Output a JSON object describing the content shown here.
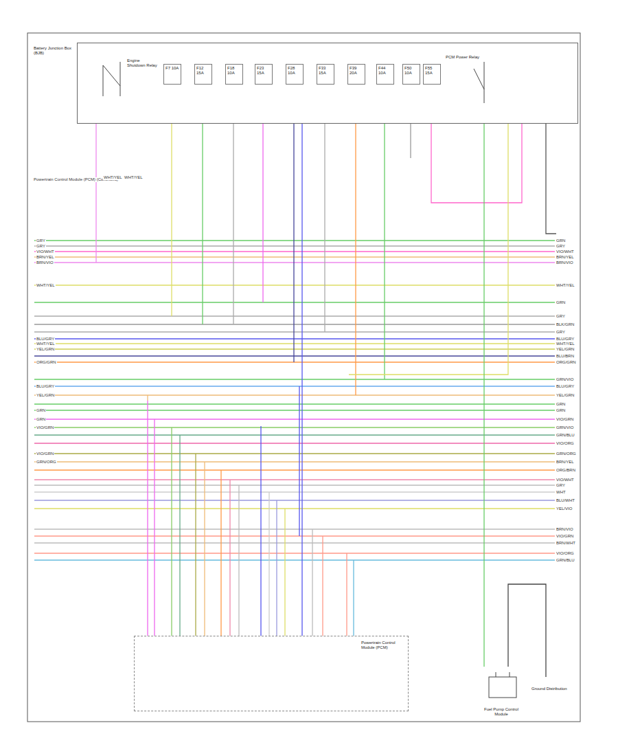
{
  "diagram": {
    "nodes": [
      {
        "text": [
          "Battery Junction Box (BJB)"
        ]
      },
      {
        "text": [
          "F7 10A"
        ],
        "in": 0
      },
      {
        "text": [
          "F12 15A"
        ],
        "in": 0
      },
      {
        "text": [
          "F18 10A"
        ],
        "in": 0
      },
      {
        "text": [
          "F23 15A"
        ],
        "in": 0
      },
      {
        "text": [
          "F28 10A"
        ],
        "in": 0
      },
      {
        "text": [
          "F33 15A"
        ],
        "in": 0
      },
      {
        "text": [
          "F39 20A"
        ],
        "in": 0
      },
      {
        "text": [
          "F44 10A"
        ],
        "in": 0
      },
      {
        "text": [
          "F50 10A"
        ],
        "in": 0
      },
      {
        "text": [
          "F55 15A"
        ],
        "in": 0
      },
      {
        "text": [
          "PCM Power Relay"
        ],
        "in": 0
      },
      {
        "text": [
          "Engine Shutdown Relay"
        ],
        "in": 0
      },
      {
        "text": [
          "Powertrain Control Module (PCM)"
        ]
      },
      {
        "text": [
          "Fuel Pump Control Module"
        ]
      },
      {
        "text": [
          "Ground Distribution"
        ]
      }
    ],
    "edges": [
      {
        "from": 0,
        "to": 13,
        "arrow": "none"
      },
      {
        "from": 0,
        "to": 14,
        "arrow": "none"
      },
      {
        "from": 15,
        "to": 14,
        "arrow": "none"
      }
    ],
    "labels": [
      "GRN",
      "GRY",
      "VIO/WHT",
      "BRN/YEL",
      "BRN/VIO",
      "WHT/YEL",
      "GRN",
      "GRY",
      "BLK/GRN",
      "GRY",
      "BLU/GRY",
      "WHT/YEL",
      "YEL/GRN",
      "BLU/BRN",
      "ORG/GRN",
      "GRN/VIO",
      "BLU/GRY",
      "YEL/GRN",
      "GRN",
      "GRN",
      "VIO/GRN",
      "GRN/VIO",
      "GRN/BLU",
      "VIO/ORG",
      "GRN/ORG",
      "BRN/YEL",
      "ORG/BRN",
      "VIO/WHT",
      "GRY",
      "WHT",
      "BLU/WHT",
      "YEL/VIO",
      "BRN/VIO",
      "VIO/GRN",
      "BRN/WHT",
      "VIO/ORG",
      "GRN/BLU",
      "GRY",
      "GRY",
      "VIO/WHT",
      "BRN/YEL",
      "BRN/VIO",
      "WHT/YEL",
      "BLU/GRY",
      "WHT/YEL",
      "YEL/GRN",
      "ORG/GRN",
      "BLU/GRY",
      "YEL/GRN",
      "GRN",
      "GRN",
      "VIO/GRN",
      "VIO/GRN",
      "GRN/ORG",
      "Powertrain Control Module (PCM) (Continued)",
      "WHT/YEL",
      "WHT/YEL"
    ]
  }
}
